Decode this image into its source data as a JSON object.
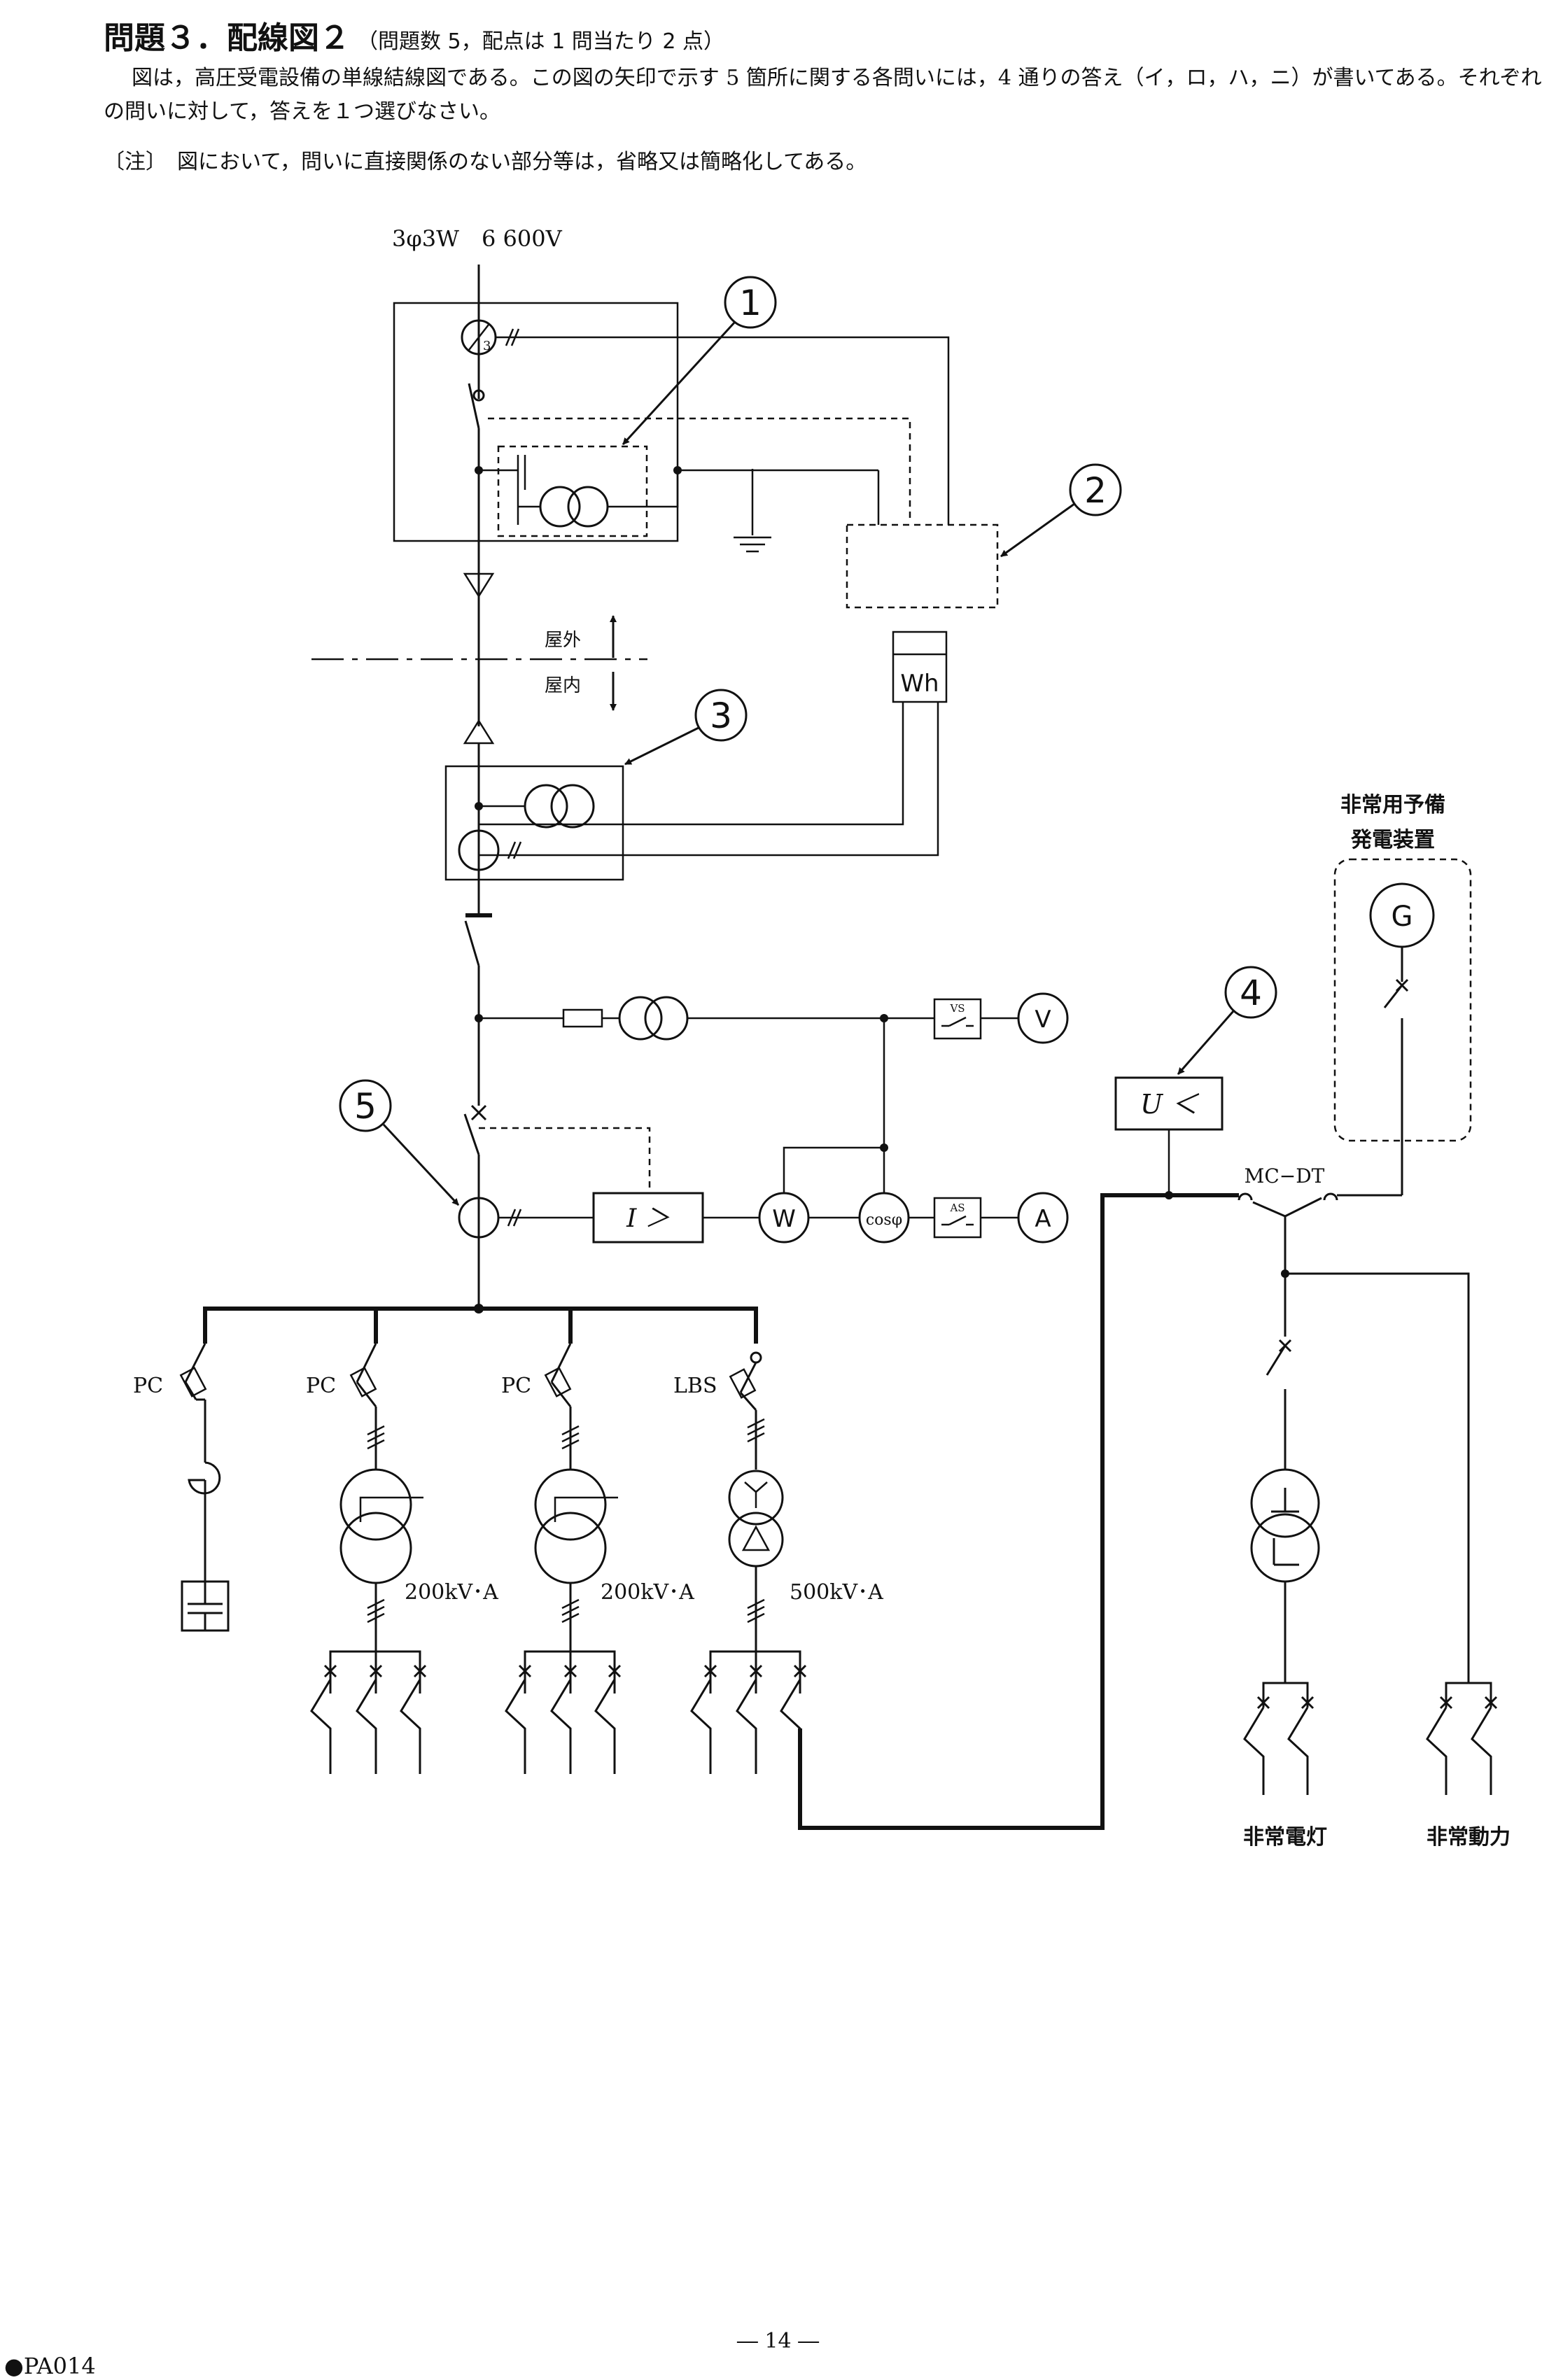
{
  "header": {
    "title": "問題３．配線図２",
    "subtitle": "（問題数 5，配点は 1 問当たり 2 点）"
  },
  "instructions": {
    "paragraph": "図は，高圧受電設備の単線結線図である。この図の矢印で示す 5 箇所に関する各問いには，4 通りの答え（イ，ロ，ハ，ニ）が書いてある。それぞれの問いに対して，答えを１つ選びなさい。",
    "note": "〔注〕　図において，問いに直接関係のない部分等は，省略又は簡略化してある。"
  },
  "diagram": {
    "supply_label": "3φ3W　6 600V",
    "callouts": [
      "1",
      "2",
      "3",
      "4",
      "5"
    ],
    "outdoor_label": "屋外",
    "indoor_label": "屋内",
    "wh_label": "Wh",
    "vs_label": "VS",
    "as_label": "AS",
    "v_label": "V",
    "a_label": "A",
    "w_label": "W",
    "pf_label": "cosφ",
    "ocr_label": "I ＞",
    "uvr_label": "U ＜",
    "ct_tag": "3",
    "generator_title_1": "非常用予備",
    "generator_title_2": "発電装置",
    "g_label": "G",
    "mcdt_label": "MC−DT",
    "branches": [
      {
        "switch": "PC"
      },
      {
        "switch": "PC",
        "capacity": "200kV･A"
      },
      {
        "switch": "PC",
        "capacity": "200kV･A"
      },
      {
        "switch": "LBS",
        "capacity": "500kV･A"
      }
    ],
    "emergency_light_label": "非常電灯",
    "emergency_power_label": "非常動力"
  },
  "footer": {
    "page_number": "― 14 ―",
    "code": "●PA014"
  },
  "colors": {
    "ink": "#111111",
    "paper": "#ffffff"
  }
}
